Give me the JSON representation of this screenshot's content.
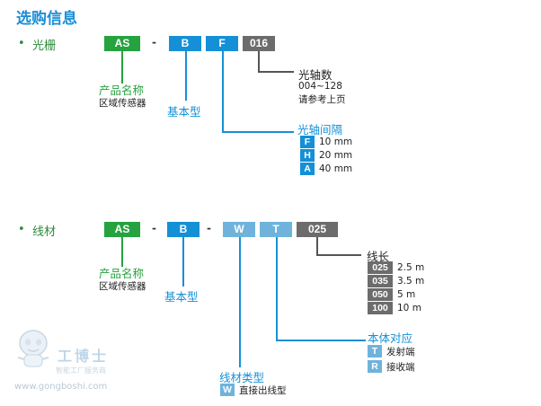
{
  "title": "选购信息",
  "colors": {
    "green": "#26a23f",
    "blue": "#1590d6",
    "light_blue": "#6fb3dd",
    "gray": "#6c6c6c"
  },
  "grating": {
    "bullet": "•",
    "section": "光栅",
    "codes": {
      "as": "AS",
      "b": "B",
      "f": "F",
      "axis": "016"
    },
    "dash": "-",
    "axis_label": "光轴数",
    "axis_range": "004~128",
    "axis_note": "请参考上页",
    "product_name": "产品名称",
    "product_desc": "区域传感器",
    "base_type": "基本型",
    "spacing_label": "光轴间隔",
    "spacing": [
      {
        "code": "F",
        "value": "10 mm"
      },
      {
        "code": "H",
        "value": "20 mm"
      },
      {
        "code": "A",
        "value": "40 mm"
      }
    ]
  },
  "wire": {
    "bullet": "•",
    "section": "线材",
    "codes": {
      "as": "AS",
      "b": "B",
      "w": "W",
      "t": "T",
      "len": "025"
    },
    "dash": "-",
    "length_label": "线长",
    "lengths": [
      {
        "code": "025",
        "value": "2.5 m"
      },
      {
        "code": "035",
        "value": "3.5 m"
      },
      {
        "code": "050",
        "value": " 5 m"
      },
      {
        "code": "100",
        "value": "10 m"
      }
    ],
    "product_name": "产品名称",
    "product_desc": "区域传感器",
    "base_type": "基本型",
    "body_label": "本体对应",
    "body": [
      {
        "code": "T",
        "value": "发射端"
      },
      {
        "code": "R",
        "value": "接收端"
      }
    ],
    "cable_label": "线材类型",
    "cable": {
      "code": "W",
      "value": "直接出线型"
    }
  },
  "watermark": {
    "brand": "工博士",
    "sub": "智能工厂服务商",
    "url": "www.gongboshi.com",
    "logo_icon": "robot-mascot-icon"
  }
}
